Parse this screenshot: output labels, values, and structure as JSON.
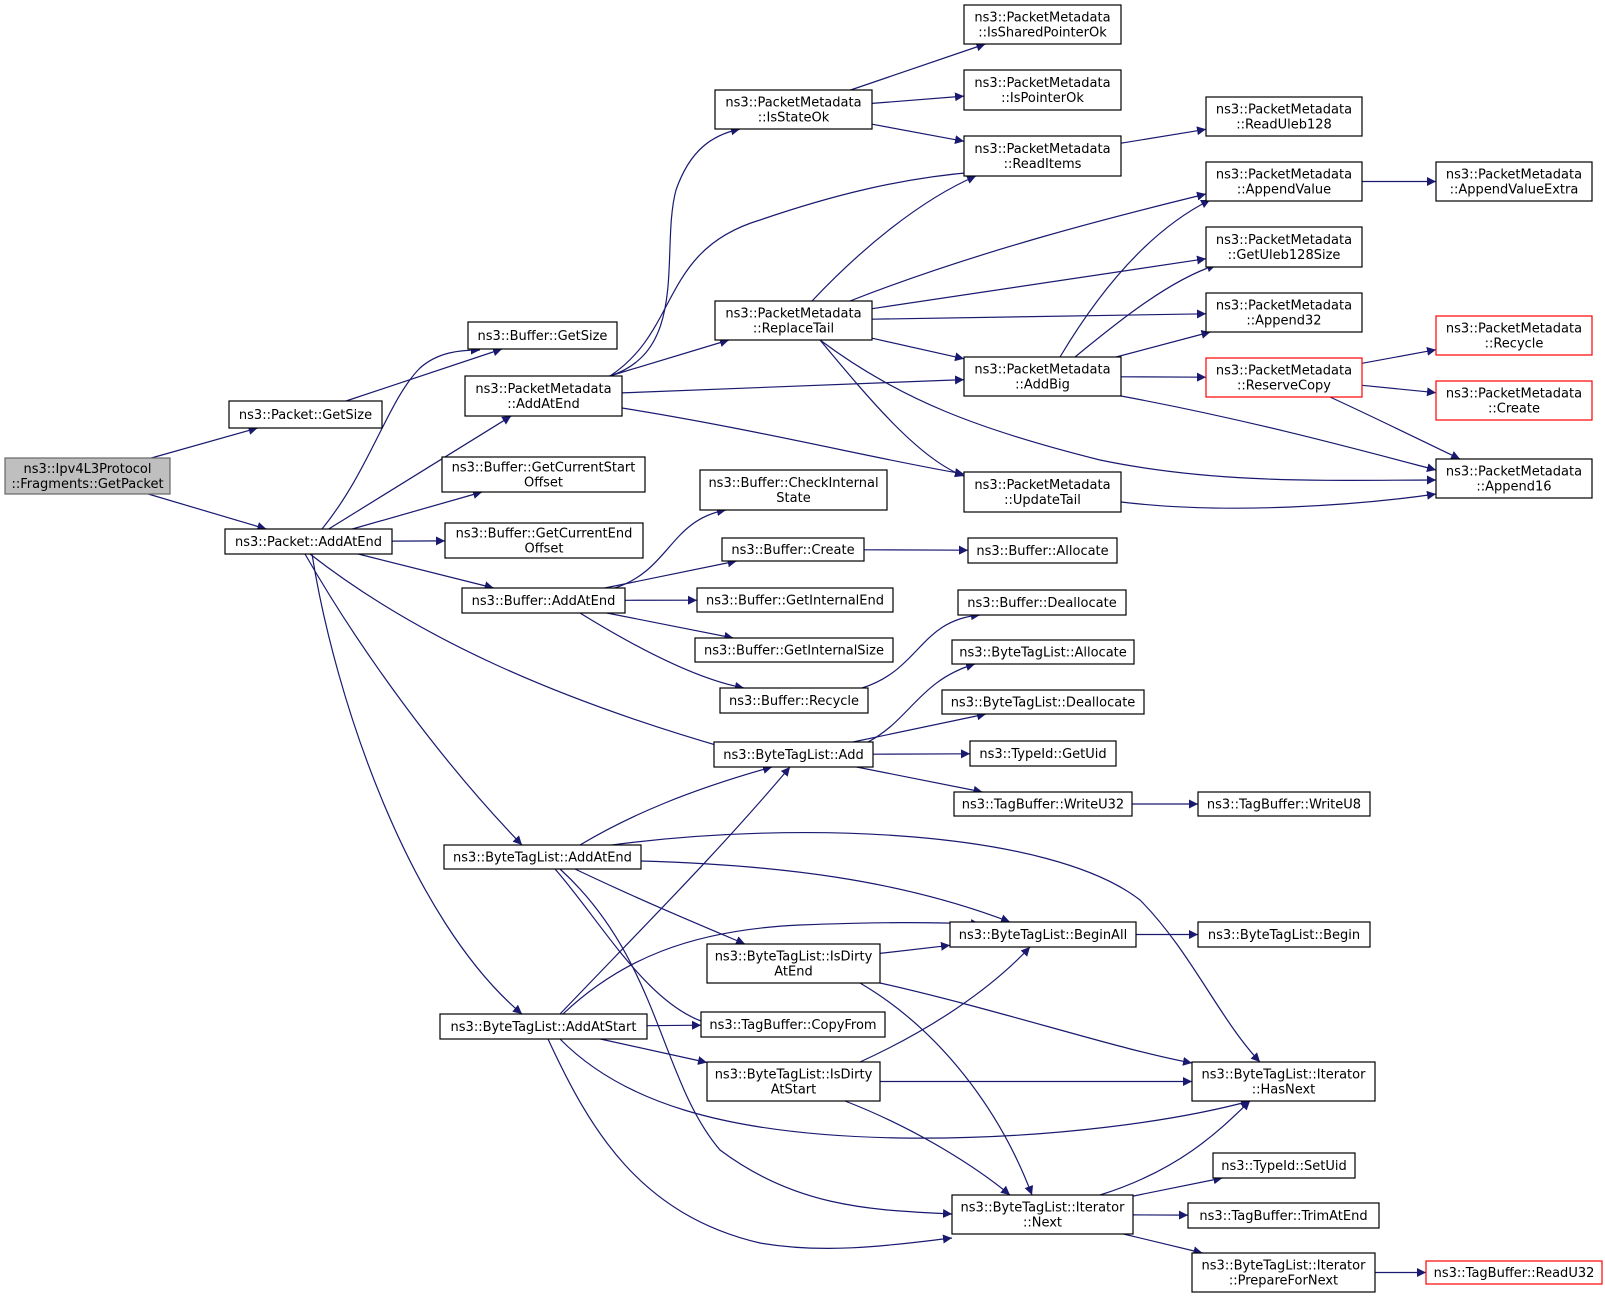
{
  "colors": {
    "edge": "#191970",
    "root_fill": "#bfbfbf",
    "external_border": "#ff0000",
    "node_border": "#000000"
  },
  "nodes": {
    "n_root": {
      "lines": [
        "ns3::Ipv4L3Protocol",
        "::Fragments::GetPacket"
      ]
    },
    "n_pkt_getsize": {
      "lines": [
        "ns3::Packet::GetSize"
      ]
    },
    "n_pkt_addatend": {
      "lines": [
        "ns3::Packet::AddAtEnd"
      ]
    },
    "n_buf_getsize": {
      "lines": [
        "ns3::Buffer::GetSize"
      ]
    },
    "n_pm_addatend": {
      "lines": [
        "ns3::PacketMetadata",
        "::AddAtEnd"
      ]
    },
    "n_buf_gcso": {
      "lines": [
        "ns3::Buffer::GetCurrentStart",
        "Offset"
      ]
    },
    "n_buf_gceo": {
      "lines": [
        "ns3::Buffer::GetCurrentEnd",
        "Offset"
      ]
    },
    "n_buf_addatend": {
      "lines": [
        "ns3::Buffer::AddAtEnd"
      ]
    },
    "n_btl_addatend": {
      "lines": [
        "ns3::ByteTagList::AddAtEnd"
      ]
    },
    "n_btl_addatstart": {
      "lines": [
        "ns3::ByteTagList::AddAtStart"
      ]
    },
    "n_pm_isstateok": {
      "lines": [
        "ns3::PacketMetadata",
        "::IsStateOk"
      ]
    },
    "n_pm_replacetail": {
      "lines": [
        "ns3::PacketMetadata",
        "::ReplaceTail"
      ]
    },
    "n_buf_checkinternal": {
      "lines": [
        "ns3::Buffer::CheckInternal",
        "State"
      ]
    },
    "n_buf_create": {
      "lines": [
        "ns3::Buffer::Create"
      ]
    },
    "n_buf_getinternalend": {
      "lines": [
        "ns3::Buffer::GetInternalEnd"
      ]
    },
    "n_buf_getinternalsize": {
      "lines": [
        "ns3::Buffer::GetInternalSize"
      ]
    },
    "n_buf_recycle": {
      "lines": [
        "ns3::Buffer::Recycle"
      ]
    },
    "n_btl_add": {
      "lines": [
        "ns3::ByteTagList::Add"
      ]
    },
    "n_btl_isdirtyatend": {
      "lines": [
        "ns3::ByteTagList::IsDirty",
        "AtEnd"
      ]
    },
    "n_tb_copyfrom": {
      "lines": [
        "ns3::TagBuffer::CopyFrom"
      ]
    },
    "n_btl_isdirtyatstart": {
      "lines": [
        "ns3::ByteTagList::IsDirty",
        "AtStart"
      ]
    },
    "n_pm_issharedpointerok": {
      "lines": [
        "ns3::PacketMetadata",
        "::IsSharedPointerOk"
      ]
    },
    "n_pm_ispointerok": {
      "lines": [
        "ns3::PacketMetadata",
        "::IsPointerOk"
      ]
    },
    "n_pm_readitems": {
      "lines": [
        "ns3::PacketMetadata",
        "::ReadItems"
      ]
    },
    "n_pm_addbig": {
      "lines": [
        "ns3::PacketMetadata",
        "::AddBig"
      ]
    },
    "n_pm_updatetail": {
      "lines": [
        "ns3::PacketMetadata",
        "::UpdateTail"
      ]
    },
    "n_buf_allocate": {
      "lines": [
        "ns3::Buffer::Allocate"
      ]
    },
    "n_buf_deallocate": {
      "lines": [
        "ns3::Buffer::Deallocate"
      ]
    },
    "n_btl_allocate": {
      "lines": [
        "ns3::ByteTagList::Allocate"
      ]
    },
    "n_btl_deallocate": {
      "lines": [
        "ns3::ByteTagList::Deallocate"
      ]
    },
    "n_typeid_getuid": {
      "lines": [
        "ns3::TypeId::GetUid"
      ]
    },
    "n_tb_writeu32": {
      "lines": [
        "ns3::TagBuffer::WriteU32"
      ]
    },
    "n_btl_beginall": {
      "lines": [
        "ns3::ByteTagList::BeginAll"
      ]
    },
    "n_btl_it_next": {
      "lines": [
        "ns3::ByteTagList::Iterator",
        "::Next"
      ]
    },
    "n_pm_readuleb128": {
      "lines": [
        "ns3::PacketMetadata",
        "::ReadUleb128"
      ]
    },
    "n_pm_appendvalue": {
      "lines": [
        "ns3::PacketMetadata",
        "::AppendValue"
      ]
    },
    "n_pm_getuleb128size": {
      "lines": [
        "ns3::PacketMetadata",
        "::GetUleb128Size"
      ]
    },
    "n_pm_append32": {
      "lines": [
        "ns3::PacketMetadata",
        "::Append32"
      ]
    },
    "n_pm_reservecopy": {
      "lines": [
        "ns3::PacketMetadata",
        "::ReserveCopy"
      ]
    },
    "n_tb_writeu8": {
      "lines": [
        "ns3::TagBuffer::WriteU8"
      ]
    },
    "n_btl_begin": {
      "lines": [
        "ns3::ByteTagList::Begin"
      ]
    },
    "n_btl_it_hasnext": {
      "lines": [
        "ns3::ByteTagList::Iterator",
        "::HasNext"
      ]
    },
    "n_typeid_setuid": {
      "lines": [
        "ns3::TypeId::SetUid"
      ]
    },
    "n_tb_trimatend": {
      "lines": [
        "ns3::TagBuffer::TrimAtEnd"
      ]
    },
    "n_btl_it_preparefornext": {
      "lines": [
        "ns3::ByteTagList::Iterator",
        "::PrepareForNext"
      ]
    },
    "n_pm_appendvalueextra": {
      "lines": [
        "ns3::PacketMetadata",
        "::AppendValueExtra"
      ]
    },
    "n_pm_recycle": {
      "lines": [
        "ns3::PacketMetadata",
        "::Recycle"
      ]
    },
    "n_pm_create": {
      "lines": [
        "ns3::PacketMetadata",
        "::Create"
      ]
    },
    "n_pm_append16": {
      "lines": [
        "ns3::PacketMetadata",
        "::Append16"
      ]
    },
    "n_tb_readu32": {
      "lines": [
        "ns3::TagBuffer::ReadU32"
      ]
    }
  },
  "edges": [
    [
      "n_root",
      "n_pkt_getsize"
    ],
    [
      "n_root",
      "n_pkt_addatend"
    ],
    [
      "n_pkt_getsize",
      "n_buf_getsize"
    ],
    [
      "n_pkt_addatend",
      "n_buf_getsize"
    ],
    [
      "n_pkt_addatend",
      "n_pm_addatend"
    ],
    [
      "n_pkt_addatend",
      "n_buf_gcso"
    ],
    [
      "n_pkt_addatend",
      "n_buf_gceo"
    ],
    [
      "n_pkt_addatend",
      "n_buf_addatend"
    ],
    [
      "n_pkt_addatend",
      "n_btl_add"
    ],
    [
      "n_pkt_addatend",
      "n_btl_addatend"
    ],
    [
      "n_pkt_addatend",
      "n_btl_addatstart"
    ],
    [
      "n_pm_addatend",
      "n_pm_isstateok"
    ],
    [
      "n_pm_addatend",
      "n_pm_readitems"
    ],
    [
      "n_pm_addatend",
      "n_pm_replacetail"
    ],
    [
      "n_pm_addatend",
      "n_pm_addbig"
    ],
    [
      "n_pm_addatend",
      "n_pm_updatetail"
    ],
    [
      "n_pm_isstateok",
      "n_pm_issharedpointerok"
    ],
    [
      "n_pm_isstateok",
      "n_pm_ispointerok"
    ],
    [
      "n_pm_isstateok",
      "n_pm_readitems"
    ],
    [
      "n_pm_readitems",
      "n_pm_readuleb128"
    ],
    [
      "n_pm_replacetail",
      "n_pm_readitems"
    ],
    [
      "n_pm_replacetail",
      "n_pm_appendvalue"
    ],
    [
      "n_pm_replacetail",
      "n_pm_getuleb128size"
    ],
    [
      "n_pm_replacetail",
      "n_pm_append32"
    ],
    [
      "n_pm_replacetail",
      "n_pm_addbig"
    ],
    [
      "n_pm_replacetail",
      "n_pm_updatetail"
    ],
    [
      "n_pm_replacetail",
      "n_pm_append16"
    ],
    [
      "n_pm_addbig",
      "n_pm_appendvalue"
    ],
    [
      "n_pm_addbig",
      "n_pm_getuleb128size"
    ],
    [
      "n_pm_addbig",
      "n_pm_append32"
    ],
    [
      "n_pm_addbig",
      "n_pm_reservecopy"
    ],
    [
      "n_pm_addbig",
      "n_pm_append16"
    ],
    [
      "n_pm_appendvalue",
      "n_pm_appendvalueextra"
    ],
    [
      "n_pm_reservecopy",
      "n_pm_recycle"
    ],
    [
      "n_pm_reservecopy",
      "n_pm_create"
    ],
    [
      "n_pm_reservecopy",
      "n_pm_append16"
    ],
    [
      "n_pm_updatetail",
      "n_pm_append16"
    ],
    [
      "n_buf_addatend",
      "n_buf_checkinternal"
    ],
    [
      "n_buf_addatend",
      "n_buf_create"
    ],
    [
      "n_buf_addatend",
      "n_buf_getinternalend"
    ],
    [
      "n_buf_addatend",
      "n_buf_getinternalsize"
    ],
    [
      "n_buf_addatend",
      "n_buf_recycle"
    ],
    [
      "n_buf_create",
      "n_buf_allocate"
    ],
    [
      "n_buf_recycle",
      "n_buf_deallocate"
    ],
    [
      "n_btl_add",
      "n_btl_allocate"
    ],
    [
      "n_btl_add",
      "n_btl_deallocate"
    ],
    [
      "n_btl_add",
      "n_typeid_getuid"
    ],
    [
      "n_btl_add",
      "n_tb_writeu32"
    ],
    [
      "n_tb_writeu32",
      "n_tb_writeu8"
    ],
    [
      "n_btl_addatend",
      "n_btl_add"
    ],
    [
      "n_btl_addatend",
      "n_btl_it_hasnext"
    ],
    [
      "n_btl_addatend",
      "n_btl_beginall"
    ],
    [
      "n_btl_addatend",
      "n_btl_isdirtyatend"
    ],
    [
      "n_btl_addatend",
      "n_tb_copyfrom"
    ],
    [
      "n_btl_addatend",
      "n_btl_it_next"
    ],
    [
      "n_btl_addatstart",
      "n_btl_add"
    ],
    [
      "n_btl_addatstart",
      "n_btl_beginall"
    ],
    [
      "n_btl_addatstart",
      "n_tb_copyfrom"
    ],
    [
      "n_btl_addatstart",
      "n_btl_isdirtyatstart"
    ],
    [
      "n_btl_addatstart",
      "n_btl_it_hasnext"
    ],
    [
      "n_btl_addatstart",
      "n_btl_it_next"
    ],
    [
      "n_btl_isdirtyatend",
      "n_btl_beginall"
    ],
    [
      "n_btl_isdirtyatend",
      "n_btl_it_hasnext"
    ],
    [
      "n_btl_isdirtyatend",
      "n_btl_it_next"
    ],
    [
      "n_btl_isdirtyatstart",
      "n_btl_beginall"
    ],
    [
      "n_btl_isdirtyatstart",
      "n_btl_it_hasnext"
    ],
    [
      "n_btl_isdirtyatstart",
      "n_btl_it_next"
    ],
    [
      "n_btl_beginall",
      "n_btl_begin"
    ],
    [
      "n_btl_it_next",
      "n_btl_it_hasnext"
    ],
    [
      "n_btl_it_next",
      "n_typeid_setuid"
    ],
    [
      "n_btl_it_next",
      "n_tb_trimatend"
    ],
    [
      "n_btl_it_next",
      "n_btl_it_preparefornext"
    ],
    [
      "n_btl_it_preparefornext",
      "n_tb_readu32"
    ]
  ]
}
